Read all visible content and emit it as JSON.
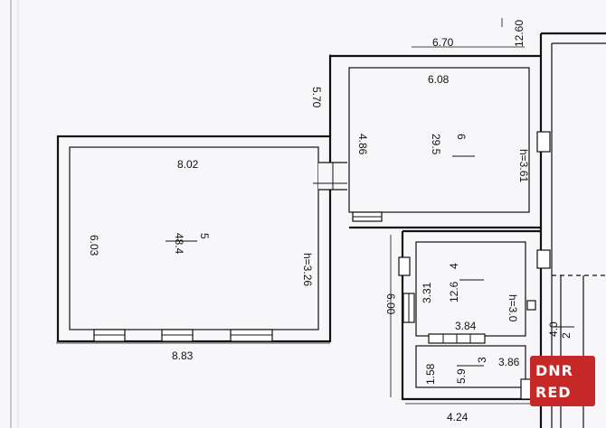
{
  "plan": {
    "total_dimensions": {
      "top_width": "6.70",
      "top_right": "12.60",
      "left_block_top": "8.02",
      "left_block_bottom": "8.83",
      "left_block_side": "6.03",
      "left_block_height": "h=3.26",
      "corridor_height": "5.70",
      "room6_top": "6.08",
      "room6_side": "4.86",
      "room6_height": "h=3.61",
      "mid_height": "6.00",
      "bottom_width": "4.24"
    },
    "rooms": [
      {
        "number": "5",
        "area": "48.4"
      },
      {
        "number": "6",
        "area": "29.5"
      },
      {
        "number": "4",
        "area": "12.6",
        "side": "3.31",
        "width": "3.84",
        "height": "h=3.0"
      },
      {
        "number": "3",
        "area": "5.9",
        "side": "1.58",
        "width": "3.86"
      },
      {
        "number": "2",
        "area": "4.0"
      }
    ],
    "watermark": {
      "line1": "DNR",
      "line2": "RED",
      "bg_color": "#c62828"
    }
  }
}
